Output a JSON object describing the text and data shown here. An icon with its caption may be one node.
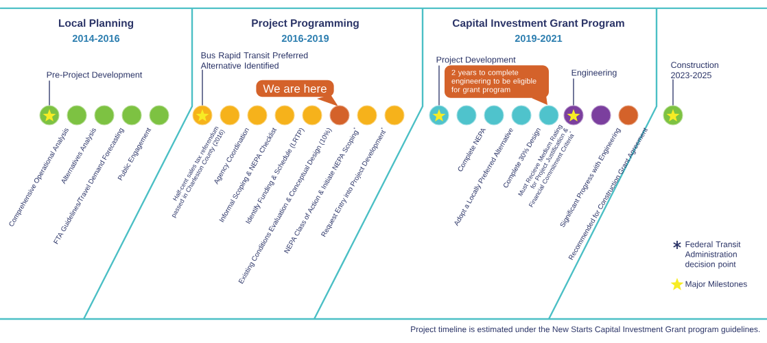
{
  "diagram": {
    "nodes": [
      {
        "text": [
          "Pre-Project Development"
        ]
      },
      {
        "text": [],
        "shape": "circle",
        "beside": [
          "Comprehensive Operational Analysis"
        ]
      },
      {
        "text": [],
        "shape": "circle",
        "beside": [
          "Alternatives Analysis"
        ]
      },
      {
        "text": [],
        "shape": "circle",
        "beside": [
          "FTA Guidelines/Travel Demand Forecasting"
        ]
      },
      {
        "text": [],
        "shape": "circle",
        "beside": [
          "Public Engagement"
        ]
      },
      {
        "text": [],
        "shape": "circle"
      },
      {
        "text": [
          "Bus Rapid Transit Preferred Alternative Identified"
        ]
      },
      {
        "text": [
          "We are here"
        ]
      },
      {
        "text": [],
        "shape": "circle",
        "beside": [
          "Half-cent sales tax referendum passed in Charleston County (2016)"
        ]
      },
      {
        "text": [],
        "shape": "circle",
        "beside": [
          "Agency Coordination"
        ]
      },
      {
        "text": [],
        "shape": "circle",
        "beside": [
          "Informal Scoping & NEPA Checklist"
        ]
      },
      {
        "text": [],
        "shape": "circle",
        "beside": [
          "Identify Funding & Schedule (LRTP)"
        ]
      },
      {
        "text": [],
        "shape": "circle",
        "beside": [
          "Existing Conditions Evaluation & Conceptual Design (10%)"
        ]
      },
      {
        "text": [],
        "shape": "circle",
        "beside": [
          "NEPA Class of Action & Initiate NEPA Scoping$^{*}$"
        ]
      },
      {
        "text": [],
        "shape": "circle",
        "beside": [
          "Request Entry into Project Development$^{*}$"
        ]
      },
      {
        "text": [],
        "shape": "circle"
      },
      {
        "text": [
          "Project Development"
        ]
      },
      {
        "text": [
          "2 years to complete engineering to be eligible for grant program"
        ]
      },
      {
        "text": [
          "Engineering"
        ]
      },
      {
        "text": [],
        "shape": "circle"
      },
      {
        "text": [],
        "shape": "circle",
        "beside": [
          "Complete NEPA"
        ]
      },
      {
        "text": [],
        "shape": "circle",
        "beside": [
          "Adopt a Locally Preferred Alternative"
        ]
      },
      {
        "text": [],
        "shape": "circle",
        "beside": [
          "Complete 30% Design"
        ]
      },
      {
        "text": [],
        "shape": "circle",
        "beside": [
          "Must Recieve Medium Rating for Project Justification & Financial Commitment Criteria$^{*}$"
        ]
      },
      {
        "text": [],
        "shape": "circle"
      },
      {
        "text": [],
        "shape": "circle",
        "beside": [
          "Significant Progress with Engineering"
        ]
      },
      {
        "text": [],
        "shape": "circle",
        "beside": [
          "Recommended for Construction Grant Agreement"
        ]
      },
      {
        "text": [
          "Construction 2023-2025"
        ]
      },
      {
        "text": [],
        "shape": "circle"
      }
    ],
    "edges": [
      {
        "from": 0,
        "to": 1,
        "arrow": "none"
      },
      {
        "from": 6,
        "to": 8,
        "arrow": "none"
      },
      {
        "from": 16,
        "to": 19,
        "arrow": "none"
      },
      {
        "from": 18,
        "to": 24,
        "arrow": "none"
      },
      {
        "from": 27,
        "to": 28,
        "arrow": "none"
      }
    ],
    "labels": [
      "Local Planning",
      "2014-2016",
      "Project Programming",
      "2016-2019",
      "Capital Investment Grant Program",
      "2019-2021",
      "Project timeline is estimated under the New Starts Capital Investment Grant program guidelines."
    ],
    "legend": [
      {
        "text": "Federal Transit Administration decision point"
      },
      {
        "text": "Major Milestones"
      }
    ]
  }
}
